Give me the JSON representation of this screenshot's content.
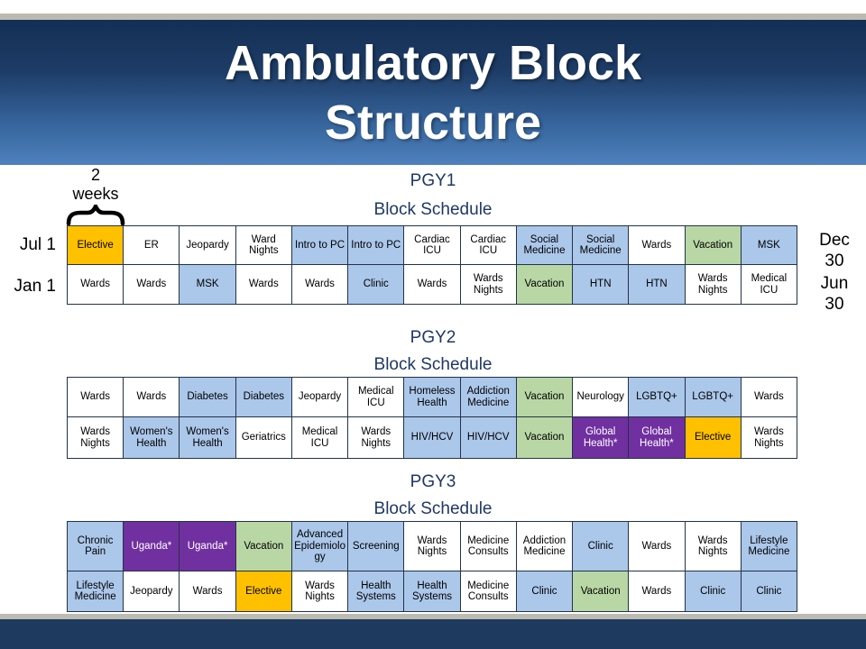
{
  "banner": {
    "title_line1": "Ambulatory Block",
    "title_line2": "Structure"
  },
  "annotation": {
    "line1": "2",
    "line2": "weeks"
  },
  "date_labels": {
    "start_row1": "Jul 1",
    "start_row2": "Jan 1",
    "end_row1_line1": "Dec",
    "end_row1_line2": "30",
    "end_row2_line1": "Jun",
    "end_row2_line2": "30"
  },
  "colors": {
    "white": "#ffffff",
    "blue": "#abc7ea",
    "green": "#b9d7a5",
    "purple": "#7030a0",
    "gold": "#ffc000",
    "purple_text": "#ffffff",
    "default_text": "#000000",
    "heading_text": "#1f3864",
    "banner_top": "#142f54",
    "banner_bottom": "#4e81bd",
    "footer": "#1f3a5f",
    "tan_bar": "#bdbbb0"
  },
  "sections": [
    {
      "title": "PGY1",
      "subtitle": "Block Schedule",
      "rows": [
        [
          {
            "label": "Elective",
            "color": "gold"
          },
          {
            "label": "ER",
            "color": "white"
          },
          {
            "label": "Jeopardy",
            "color": "white"
          },
          {
            "label": "Ward Nights",
            "color": "white"
          },
          {
            "label": "Intro to PC",
            "color": "blue"
          },
          {
            "label": "Intro to PC",
            "color": "blue"
          },
          {
            "label": "Cardiac ICU",
            "color": "white"
          },
          {
            "label": "Cardiac ICU",
            "color": "white"
          },
          {
            "label": "Social Medicine",
            "color": "blue"
          },
          {
            "label": "Social Medicine",
            "color": "blue"
          },
          {
            "label": "Wards",
            "color": "white"
          },
          {
            "label": "Vacation",
            "color": "green"
          },
          {
            "label": "MSK",
            "color": "blue"
          }
        ],
        [
          {
            "label": "Wards",
            "color": "white"
          },
          {
            "label": "Wards",
            "color": "white"
          },
          {
            "label": "MSK",
            "color": "blue"
          },
          {
            "label": "Wards",
            "color": "white"
          },
          {
            "label": "Wards",
            "color": "white"
          },
          {
            "label": "Clinic",
            "color": "blue"
          },
          {
            "label": "Wards",
            "color": "white"
          },
          {
            "label": "Wards Nights",
            "color": "white"
          },
          {
            "label": "Vacation",
            "color": "green"
          },
          {
            "label": "HTN",
            "color": "blue"
          },
          {
            "label": "HTN",
            "color": "blue"
          },
          {
            "label": "Wards Nights",
            "color": "white"
          },
          {
            "label": "Medical ICU",
            "color": "white"
          }
        ]
      ]
    },
    {
      "title": "PGY2",
      "subtitle": "Block Schedule",
      "rows": [
        [
          {
            "label": "Wards",
            "color": "white"
          },
          {
            "label": "Wards",
            "color": "white"
          },
          {
            "label": "Diabetes",
            "color": "blue"
          },
          {
            "label": "Diabetes",
            "color": "blue"
          },
          {
            "label": "Jeopardy",
            "color": "white"
          },
          {
            "label": "Medical ICU",
            "color": "white"
          },
          {
            "label": "Homeless Health",
            "color": "blue"
          },
          {
            "label": "Addiction Medicine",
            "color": "blue"
          },
          {
            "label": "Vacation",
            "color": "green"
          },
          {
            "label": "Neurology",
            "color": "white"
          },
          {
            "label": "LGBTQ+",
            "color": "blue"
          },
          {
            "label": "LGBTQ+",
            "color": "blue"
          },
          {
            "label": "Wards",
            "color": "white"
          }
        ],
        [
          {
            "label": "Wards Nights",
            "color": "white"
          },
          {
            "label": "Women's Health",
            "color": "blue"
          },
          {
            "label": "Women's Health",
            "color": "blue"
          },
          {
            "label": "Geriatrics",
            "color": "white"
          },
          {
            "label": "Medical ICU",
            "color": "white"
          },
          {
            "label": "Wards Nights",
            "color": "white"
          },
          {
            "label": "HIV/HCV",
            "color": "blue"
          },
          {
            "label": "HIV/HCV",
            "color": "blue"
          },
          {
            "label": "Vacation",
            "color": "green"
          },
          {
            "label": "Global Health*",
            "color": "purple"
          },
          {
            "label": "Global Health*",
            "color": "purple"
          },
          {
            "label": "Elective",
            "color": "gold"
          },
          {
            "label": "Wards Nights",
            "color": "white"
          }
        ]
      ]
    },
    {
      "title": "PGY3",
      "subtitle": "Block Schedule",
      "rows": [
        [
          {
            "label": "Chronic Pain",
            "color": "blue"
          },
          {
            "label": "Uganda*",
            "color": "purple"
          },
          {
            "label": "Uganda*",
            "color": "purple"
          },
          {
            "label": "Vacation",
            "color": "green"
          },
          {
            "label": "Advanced Epidemiology",
            "color": "blue"
          },
          {
            "label": "Screening",
            "color": "blue"
          },
          {
            "label": "Wards Nights",
            "color": "white"
          },
          {
            "label": "Medicine Consults",
            "color": "white"
          },
          {
            "label": "Addiction Medicine",
            "color": "white"
          },
          {
            "label": "Clinic",
            "color": "blue"
          },
          {
            "label": "Wards",
            "color": "white"
          },
          {
            "label": "Wards Nights",
            "color": "white"
          },
          {
            "label": "Lifestyle Medicine",
            "color": "blue"
          }
        ],
        [
          {
            "label": "Lifestyle Medicine",
            "color": "blue"
          },
          {
            "label": "Jeopardy",
            "color": "white"
          },
          {
            "label": "Wards",
            "color": "white"
          },
          {
            "label": "Elective",
            "color": "gold"
          },
          {
            "label": "Wards Nights",
            "color": "white"
          },
          {
            "label": "Health Systems",
            "color": "blue"
          },
          {
            "label": "Health Systems",
            "color": "blue"
          },
          {
            "label": "Medicine Consults",
            "color": "white"
          },
          {
            "label": "Clinic",
            "color": "blue"
          },
          {
            "label": "Vacation",
            "color": "green"
          },
          {
            "label": "Wards",
            "color": "white"
          },
          {
            "label": "Clinic",
            "color": "blue"
          },
          {
            "label": "Clinic",
            "color": "blue"
          }
        ]
      ]
    }
  ]
}
